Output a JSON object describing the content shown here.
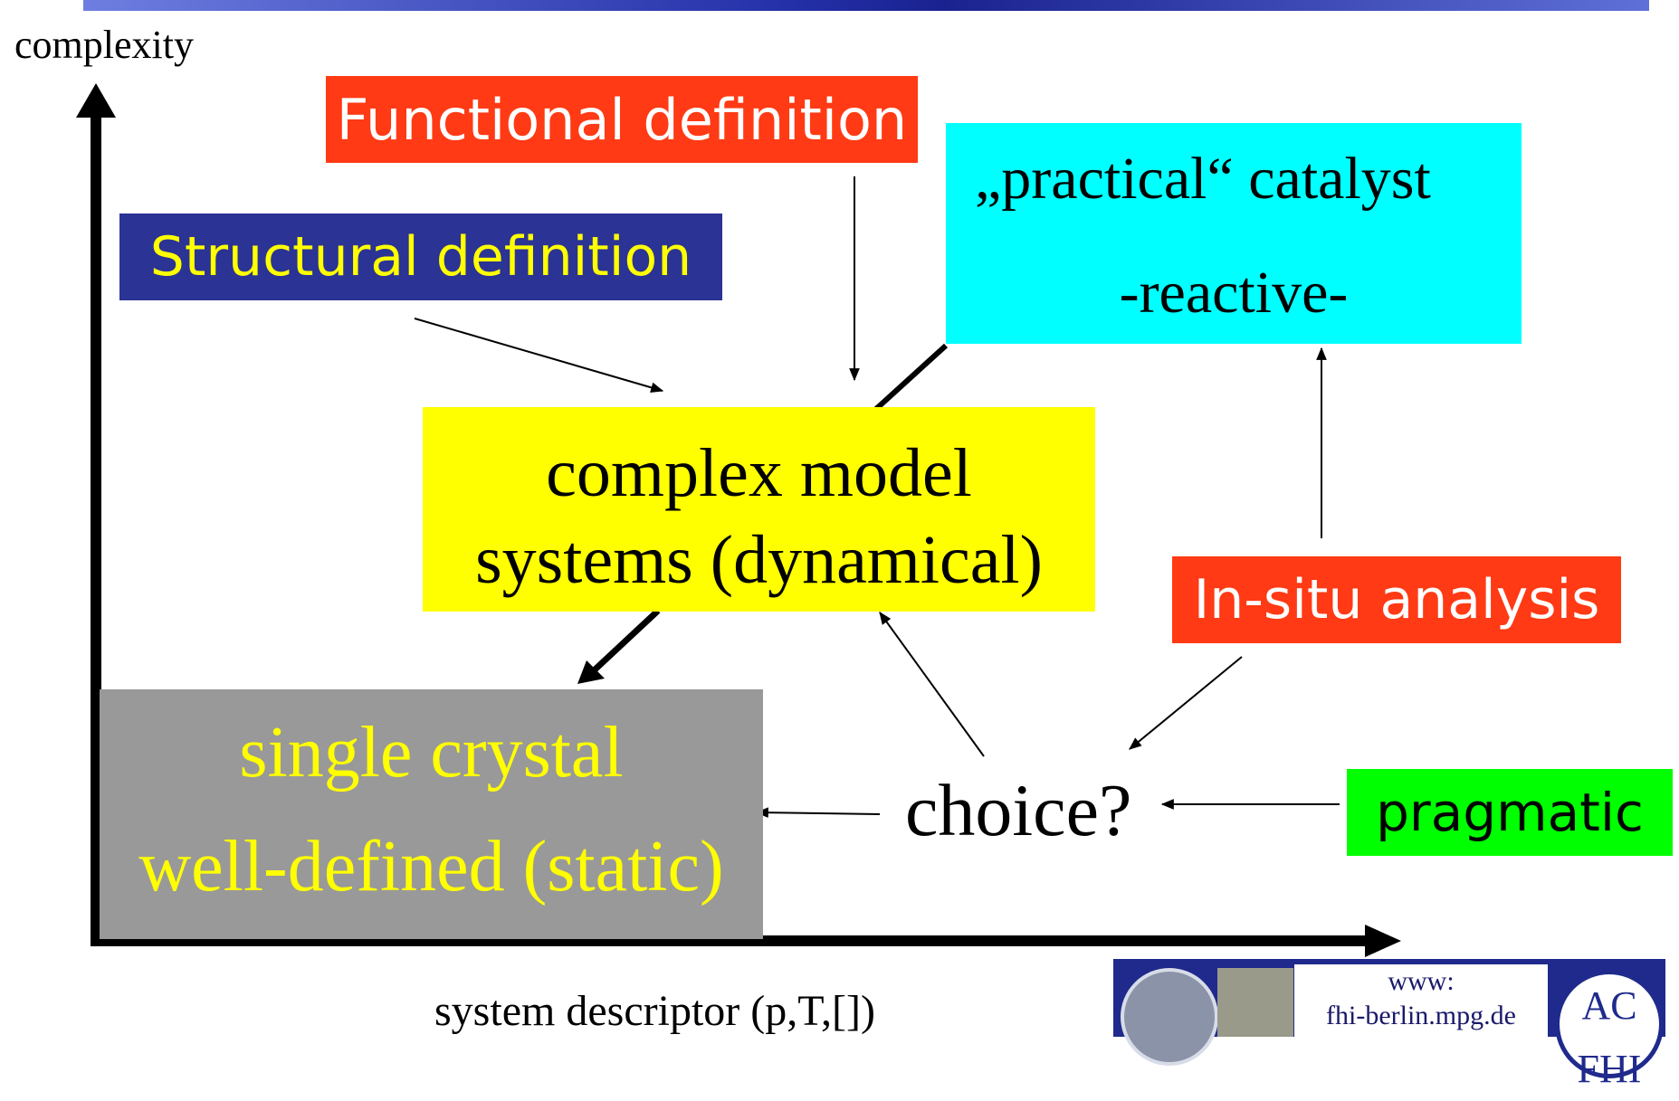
{
  "axes": {
    "y_label": "complexity",
    "x_label": "system descriptor (p,T,[])"
  },
  "boxes": {
    "functional": {
      "label": "Functional definition",
      "bg": "#ff3a14",
      "fg": "#ffffff"
    },
    "structural": {
      "label": "Structural definition",
      "bg": "#2b3394",
      "fg": "#ffff00"
    },
    "practical": {
      "line1": "„practical“ catalyst",
      "line2": "-reactive-",
      "bg": "#00ffff",
      "fg": "#000000"
    },
    "complex": {
      "line1": "complex model",
      "line2": "systems (dynamical)",
      "bg": "#ffff00",
      "fg": "#000000"
    },
    "insitu": {
      "label": "In-situ analysis",
      "bg": "#ff3a14",
      "fg": "#ffffff"
    },
    "single": {
      "line1": "single crystal",
      "line2": "well-defined (static)",
      "bg": "#999999",
      "fg": "#ffff00"
    },
    "pragmatic": {
      "label": "pragmatic",
      "bg": "#00ff00",
      "fg": "#000000"
    }
  },
  "choice": {
    "label": "choice?"
  },
  "logo": {
    "line1": "www:",
    "line2": "fhi-berlin.mpg.de",
    "emblem": "AC FHI"
  }
}
